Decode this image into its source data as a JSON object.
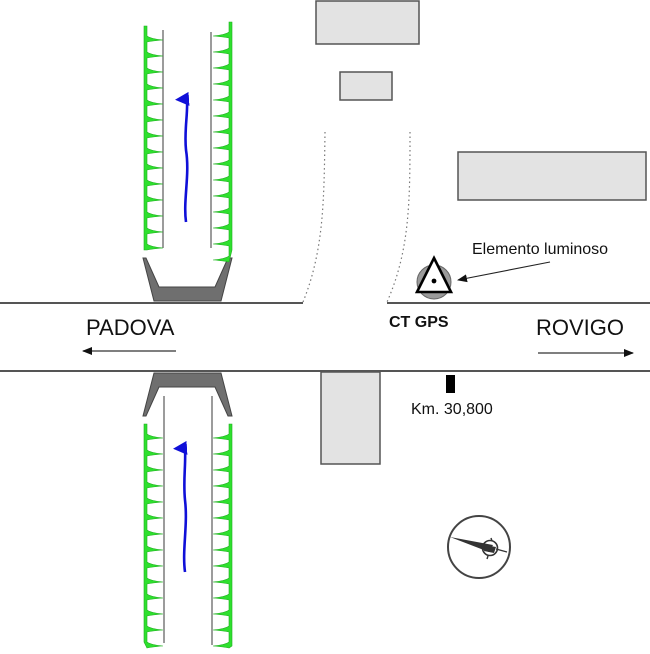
{
  "diagram": {
    "type": "road-intersection-site-plan",
    "road": {
      "direction_left": {
        "label": "PADOVA",
        "arrow": "left"
      },
      "direction_right": {
        "label": "ROVIGO",
        "arrow": "right"
      }
    },
    "labels": {
      "gps_station": "CT GPS",
      "light_element": "Elemento luminoso",
      "km_marker": "Km. 30,800"
    },
    "channels": [
      {
        "name": "canal-north",
        "flow_arrow": "up"
      },
      {
        "name": "canal-south",
        "flow_arrow": "up"
      }
    ],
    "buildings_count": 4,
    "icons": [
      "north-compass-icon",
      "gps-station-triangle-icon",
      "km-marker-post-icon"
    ],
    "colors": {
      "road_edge": "#555555",
      "building_fill": "#e3e3e3",
      "building_stroke": "#555555",
      "bridge_fill": "#6f6f6f",
      "vegetation": "#2ee02e",
      "flow_arrow": "#1010d8",
      "gps_circle": "#9a9a9a"
    }
  }
}
